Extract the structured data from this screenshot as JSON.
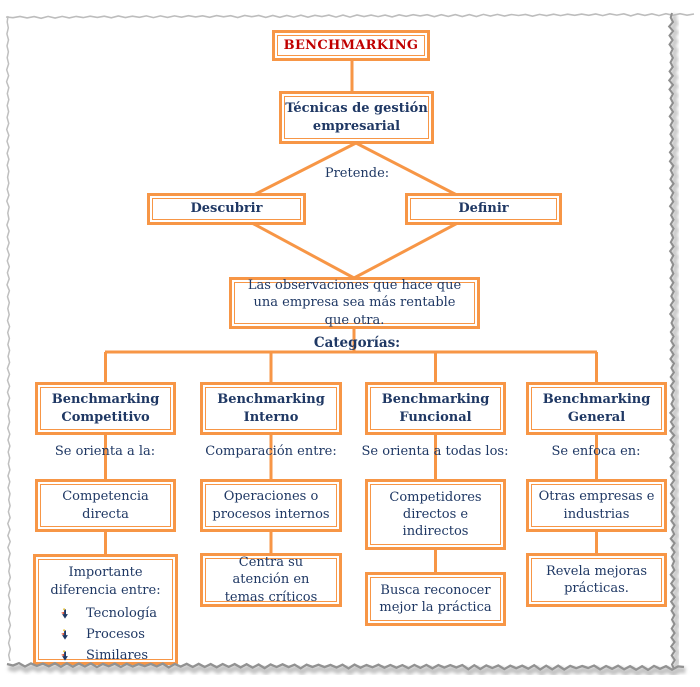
{
  "colors": {
    "accent_orange": "#F79646",
    "heading_blue": "#1F3864",
    "title_red": "#C00000",
    "frame_gray": "#9A9A9A"
  },
  "nodes": {
    "root": "BENCHMARKING",
    "definition": "Técnicas de gestión empresarial",
    "intent_label": "Pretende:",
    "intent_left": "Descubrir",
    "intent_right": "Definir",
    "result": "Las observaciones que hace que una empresa sea más rentable que otra.",
    "categories_label": "Categorías:"
  },
  "columns": [
    {
      "title": "Benchmarking Competitivo",
      "connector_label": "Se orienta a la:",
      "focus": "Competencia directa",
      "detail_title": "Importante diferencia entre:",
      "bullets": [
        "Tecnología",
        "Procesos",
        "Similares"
      ]
    },
    {
      "title": "Benchmarking Interno",
      "connector_label": "Comparación entre:",
      "focus": "Operaciones o procesos internos",
      "detail": "Centra su atención en temas críticos"
    },
    {
      "title": "Benchmarking Funcional",
      "connector_label": "Se orienta a todas los:",
      "focus": "Competidores directos e indirectos",
      "detail": "Busca reconocer mejor la práctica"
    },
    {
      "title": "Benchmarking General",
      "connector_label": "Se enfoca en:",
      "focus": "Otras empresas e industrias",
      "detail": "Revela mejoras prácticas."
    }
  ],
  "icons": {
    "bullet": "down-arrow-bullet"
  }
}
